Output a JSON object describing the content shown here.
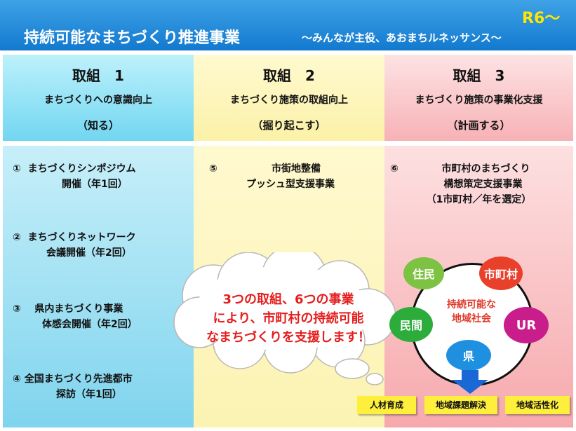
{
  "header": {
    "title": "持続可能なまちづくり推進事業",
    "subtitle": "～みんなが主役、あおまちルネッサンス～",
    "era": "R6～"
  },
  "columns": [
    {
      "heading": "取組　1",
      "subheading": "まちづくりへの意識向上",
      "verb": "（知る）",
      "items": [
        {
          "num": "①",
          "line1": "まちづくりシンポジウム",
          "line2": "開催（年1回）"
        },
        {
          "num": "②",
          "line1": "まちづくりネットワーク",
          "line2": "会議開催（年2回）"
        },
        {
          "num": "③",
          "line1": "県内まちづくり事業",
          "line2": "体感会開催（年2回）"
        },
        {
          "num": "④",
          "line1": "全国まちづくり先進都市",
          "line2": "探訪（年1回）"
        }
      ]
    },
    {
      "heading": "取組　2",
      "subheading": "まちづくり施策の取組向上",
      "verb": "（掘り起こす）",
      "items": [
        {
          "num": "⑤",
          "line1": "市街地整備",
          "line2": "プッシュ型支援事業"
        }
      ]
    },
    {
      "heading": "取組　3",
      "subheading": "まちづくり施策の事業化支援",
      "verb": "（計画する）",
      "items": [
        {
          "num": "⑥",
          "line1": "市町村のまちづくり",
          "line2": "構想策定支援事業",
          "line3": "（1市町村／年を選定）"
        }
      ]
    }
  ],
  "cloud": {
    "line1": "3つの取組、6つの事業",
    "line2": "により、市町村の持続可能",
    "line3": "なまちづくりを支援します！"
  },
  "cycle": {
    "center1": "持続可能な",
    "center2": "地域社会",
    "actors": [
      "住民",
      "市町村",
      "UR",
      "県",
      "民間"
    ],
    "actor_colors": [
      "#7dc242",
      "#e8402b",
      "#c81d8a",
      "#1f8fe0",
      "#2cac3a"
    ]
  },
  "outcomes": [
    "人材育成",
    "地域課題解決",
    "地域活性化"
  ]
}
